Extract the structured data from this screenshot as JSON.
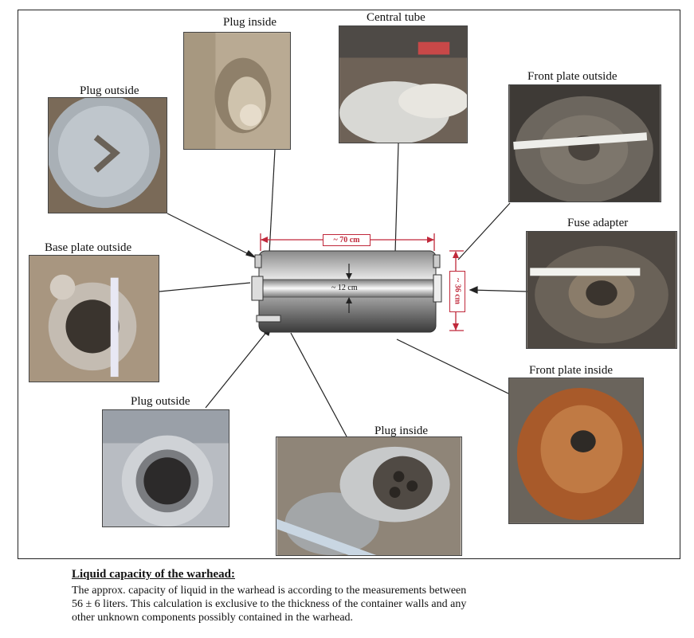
{
  "labels": {
    "plug_inside_top": "Plug inside",
    "central_tube": "Central tube",
    "plug_outside_top": "Plug outside",
    "front_plate_outside": "Front plate outside",
    "base_plate_outside": "Base plate outside",
    "fuse_adapter": "Fuse adapter",
    "front_plate_inside": "Front plate inside",
    "plug_outside_bottom": "Plug outside",
    "plug_inside_bottom": "Plug inside"
  },
  "diagram": {
    "length": "~ 70 cm",
    "diameter": "~ 36 cm",
    "tube_diameter": "~ 12 cm"
  },
  "text": {
    "heading": "Liquid capacity of the warhead:",
    "lines": [
      "The approx. capacity of liquid in the warhead is according to the measurements between",
      "56 ± 6 liters.  This calculation is exclusive to the thickness of the container walls and any",
      "other unknown components possibly contained in the warhead."
    ]
  }
}
